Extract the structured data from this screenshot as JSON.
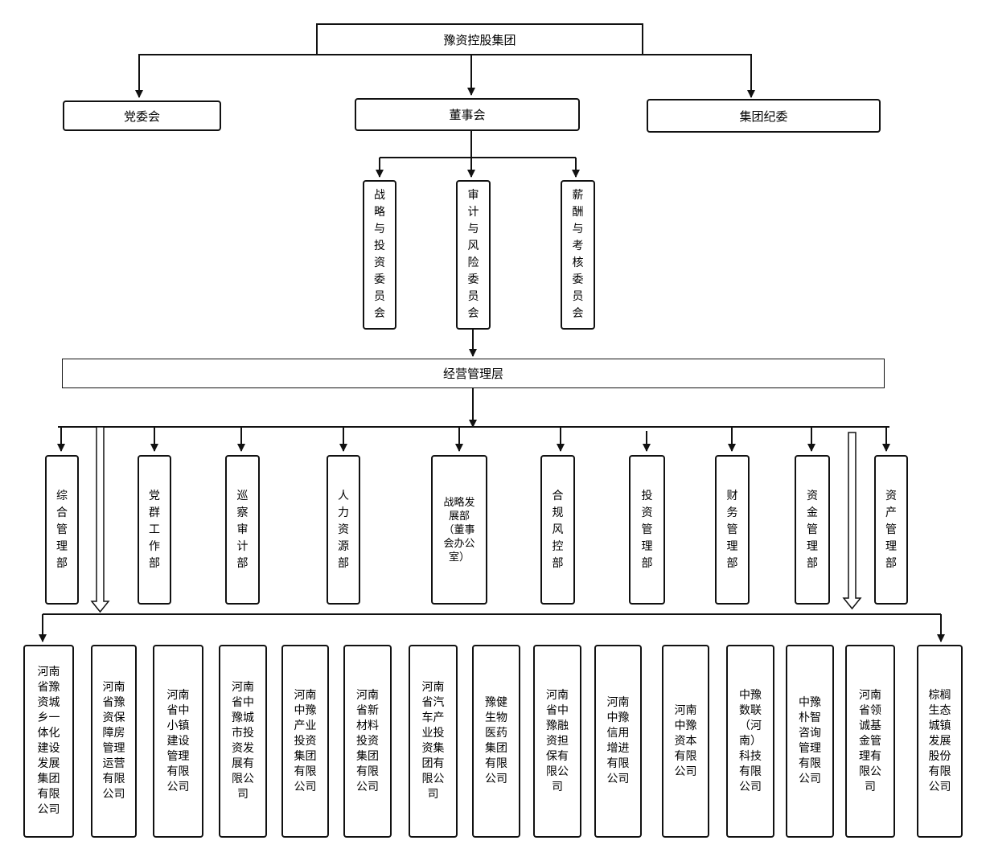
{
  "top": "豫资控股集团",
  "level2": [
    "党委会",
    "董事会",
    "集团纪委"
  ],
  "committees": [
    "战略与投资委员会",
    "审计与风险委员会",
    "薪酬与考核委员会"
  ],
  "management": "经营管理层",
  "departments": [
    "综合管理部",
    "党群工作部",
    "巡察审计部",
    "人力资源部",
    "战略发\n展部\n（董事\n会办公\n室）",
    "合规风控部",
    "投资管理部",
    "财务管理部",
    "资金管理部",
    "资产管理部"
  ],
  "companies": [
    "河南\n省豫\n资城\n乡一\n体化\n建设\n发展\n集团\n有限\n公司",
    "河南\n省豫\n资保\n障房\n管理\n运营\n有限\n公司",
    "河南\n省中\n小镇\n建设\n管理\n有限\n公司",
    "河南\n省中\n豫城\n市投\n资发\n展有\n限公\n司",
    "河南\n中豫\n产业\n投资\n集团\n有限\n公司",
    "河南\n省新\n材料\n投资\n集团\n有限\n公司",
    "河南\n省汽\n车产\n业投\n资集\n团有\n限公\n司",
    "豫健\n生物\n医药\n集团\n有限\n公司",
    "河南\n省中\n豫融\n资担\n保有\n限公\n司",
    "河南\n中豫\n信用\n增进\n有限\n公司",
    "河南\n中豫\n资本\n有限\n公司",
    "中豫\n数联\n（河\n南）\n科技\n有限\n公司",
    "中豫\n朴智\n咨询\n管理\n有限\n公司",
    "河南\n省领\n诚基\n金管\n理有\n限公\n司",
    "棕榈\n生态\n城镇\n发展\n股份\n有限\n公司"
  ]
}
